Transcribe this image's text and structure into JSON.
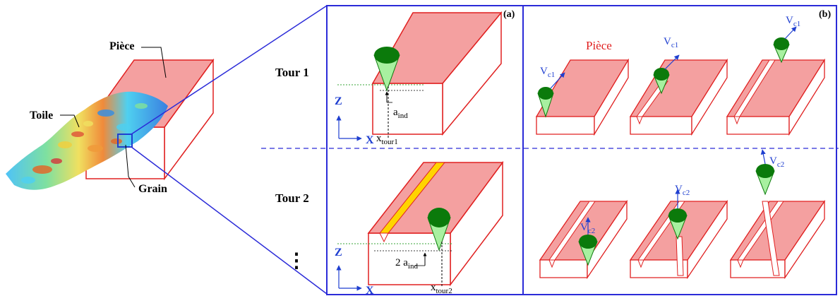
{
  "left_figure": {
    "piece_label": "Pièce",
    "toile_label": "Toile",
    "grain_label": "Grain"
  },
  "rows": [
    {
      "label": "Tour 1"
    },
    {
      "label": "Tour 2"
    }
  ],
  "ellipsis": "⋮",
  "panel_a": {
    "tag": "(a)",
    "axis_z": "Z",
    "axis_x": "X",
    "tour1": {
      "a_main": "a",
      "a_sub": "ind",
      "x_main": "x",
      "x_sub": "tour1"
    },
    "tour2": {
      "a_prefix": "2 a",
      "a_sub": "ind",
      "x_main": "x",
      "x_sub": "tour2"
    }
  },
  "panel_b": {
    "tag": "(b)",
    "piece_label": "Pièce",
    "v_main": "V",
    "v_sub_1": "c1",
    "v_sub_2": "c2"
  },
  "colors": {
    "frame": "#2b2bd8",
    "box_edge": "#e02020",
    "box_top": "#f4a0a0",
    "groove": "#ffd400",
    "tool_dark": "#0b7a0b",
    "tool_light": "#a8f0a0",
    "axis": "#1f3fd0",
    "dash_green": "#3aa63a",
    "red_text": "#e02020"
  }
}
